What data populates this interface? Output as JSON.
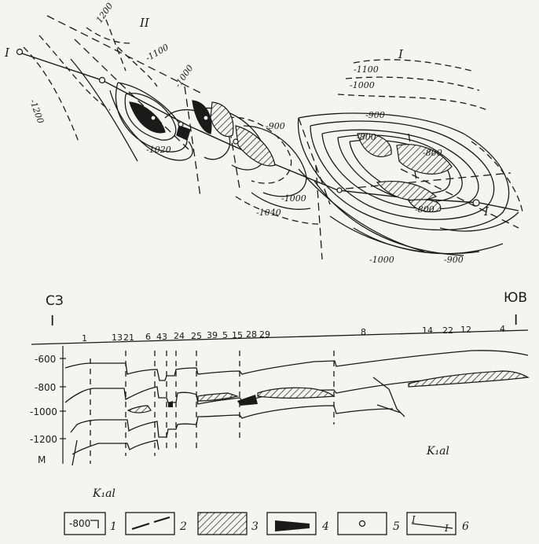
{
  "map": {
    "block_labels": [
      "II",
      "I"
    ],
    "contour_labels": [
      "1200",
      "-1100",
      "-1000",
      "-1100",
      "-1000",
      "-900",
      "-900",
      "-800",
      "-800",
      "-800",
      "-1020",
      "-1000",
      "-1040",
      "-1000",
      "-900",
      "-1200"
    ],
    "profile_line_start": "I",
    "profile_line_end": "I"
  },
  "section": {
    "dir_left": "СЗ",
    "dir_right": "ЮВ",
    "roman_left": "I",
    "roman_right": "I",
    "well_labels": [
      "1",
      "13",
      "21",
      "6",
      "43",
      "24",
      "25",
      "39",
      "5",
      "15",
      "28",
      "29",
      "8",
      "14",
      "22",
      "12",
      "4"
    ],
    "depth_ticks": [
      "-600",
      "-800",
      "-1000",
      "-1200"
    ],
    "depth_unit": "М",
    "strata_label": "K₁al"
  },
  "legend": {
    "items": [
      {
        "num": "1",
        "sample": "-800"
      },
      {
        "num": "2"
      },
      {
        "num": "3"
      },
      {
        "num": "4"
      },
      {
        "num": "5"
      },
      {
        "num": "6",
        "sample": "I"
      }
    ]
  }
}
